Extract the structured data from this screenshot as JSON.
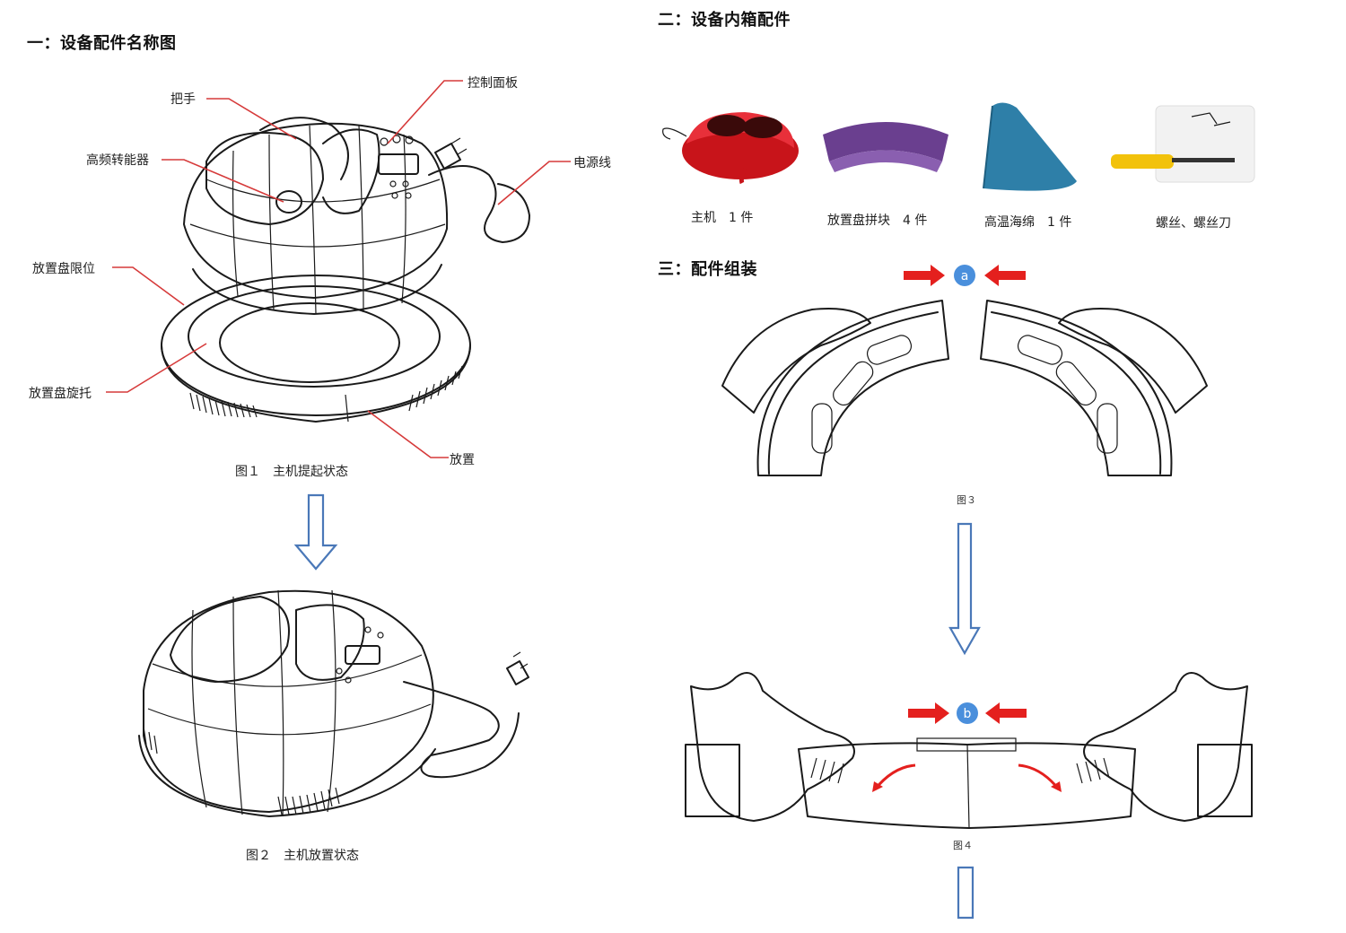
{
  "sections": {
    "s1": {
      "title": "一：设备配件名称图"
    },
    "s2": {
      "title": "二：设备内箱配件"
    },
    "s3": {
      "title": "三：配件组装"
    }
  },
  "fig1": {
    "labels": {
      "handle": "把手",
      "converter": "高频转能器",
      "control_panel": "控制面板",
      "power_cord": "电源线",
      "tray_limit": "放置盘限位",
      "tray_holder": "放置盘旋托",
      "place": "放置"
    },
    "caption": "图１　主机提起状态"
  },
  "fig2": {
    "caption": "图２　主机放置状态"
  },
  "contents": [
    {
      "label": "主机　1 件"
    },
    {
      "label": "放置盘拼块　4 件"
    },
    {
      "label": "高温海绵　1 件"
    },
    {
      "label": "螺丝、螺丝刀"
    }
  ],
  "fig3": {
    "badge": "a",
    "caption": "图３"
  },
  "fig4": {
    "badge": "b",
    "caption": "图４"
  },
  "colors": {
    "accent_red": "#e4201e",
    "badge_blue": "#4a8fdc",
    "arrow_blue": "#4a78b8"
  }
}
